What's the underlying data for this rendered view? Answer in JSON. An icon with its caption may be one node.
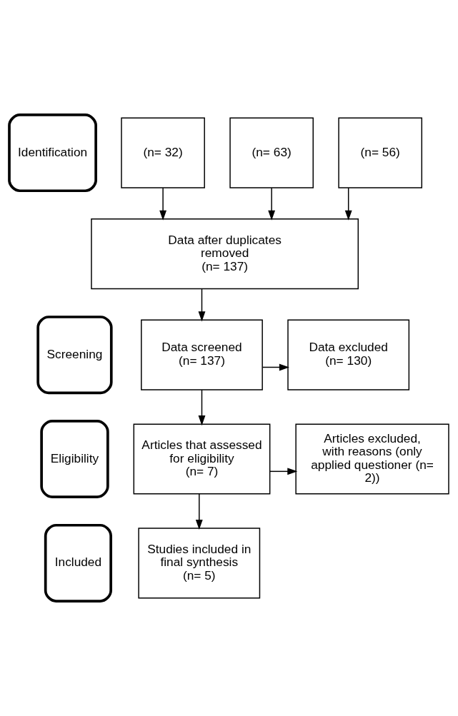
{
  "diagram": {
    "nodes": [
      {
        "text": [
          "Identification"
        ]
      },
      {
        "text": [
          "(n= 32)"
        ]
      },
      {
        "text": [
          "(n= 63)"
        ]
      },
      {
        "text": [
          "(n= 56)"
        ]
      },
      {
        "text": [
          "Screening"
        ]
      },
      {
        "text": [
          "Data after duplicates removed",
          "(n= 137)"
        ]
      },
      {
        "text": [
          "Data screened",
          "(n= 137)"
        ]
      },
      {
        "text": [
          "Data excluded",
          "(n= 130)"
        ]
      },
      {
        "text": [
          "Eligibility"
        ]
      },
      {
        "text": [
          "Articles that assessed for eligibility",
          "(n= 7)"
        ]
      },
      {
        "text": [
          "Articles excluded, with reasons (only applied questioner (n= 2))"
        ]
      },
      {
        "text": [
          "Included"
        ]
      },
      {
        "text": [
          "Studies included in final synthesis",
          "(n= 5)"
        ]
      }
    ],
    "edges": [
      {
        "from": 1,
        "to": 5,
        "arrow": "to"
      },
      {
        "from": 2,
        "to": 5,
        "arrow": "to"
      },
      {
        "from": 3,
        "to": 5,
        "arrow": "to"
      },
      {
        "from": 5,
        "to": 6,
        "arrow": "to"
      },
      {
        "from": 6,
        "to": 7,
        "arrow": "to"
      },
      {
        "from": 6,
        "to": 9,
        "arrow": "to"
      },
      {
        "from": 9,
        "to": 10,
        "arrow": "to"
      },
      {
        "from": 9,
        "to": 12,
        "arrow": "to"
      }
    ]
  }
}
